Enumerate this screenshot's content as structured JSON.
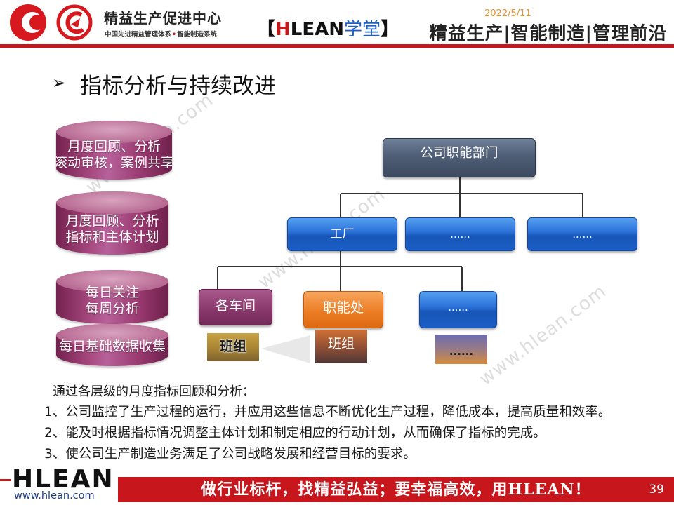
{
  "header": {
    "org_name": "精益生产促进中心",
    "org_subtitle_left": "中国先进精益管理体系",
    "org_subtitle_dot": "•",
    "org_subtitle_right": "智能制造系统",
    "brand_open": "【",
    "brand_h": "H",
    "brand_lean": "LEAN",
    "brand_school": "学堂",
    "brand_close": "】",
    "date": "2022/5/11",
    "tagline": "精益生产|智能制造|管理前沿",
    "logo_icons": [
      "red-c-logo-icon",
      "red-ring-logo-icon"
    ]
  },
  "title": {
    "bullet": "➢",
    "text": "指标分析与持续改进"
  },
  "cylinders": [
    {
      "lines": [
        "月度回顾、分析",
        "滚动审核，案例共享"
      ]
    },
    {
      "lines": [
        "月度回顾、分析",
        "指标和主体计划"
      ]
    },
    {
      "lines": [
        "每日关注",
        "每周分析"
      ]
    },
    {
      "lines": [
        "每日基础数据收集"
      ]
    }
  ],
  "org_chart": {
    "top": "公司职能部门",
    "level2": [
      "工厂",
      "......",
      "......"
    ],
    "level3": [
      "各车间",
      "职能处",
      "......"
    ],
    "level4": [
      "班组",
      "班组",
      "......"
    ]
  },
  "body": {
    "intro": "通过各层级的月度指标回顾和分析：",
    "points": [
      "1、公司监控了生产过程的运行，并应用这些信息不断优化生产过程，降低成本，提高质量和效率。",
      "2、能及时根据指标情况调整主体计划和制定相应的行动计划，从而确保了指标的完成。",
      "3、使公司生产制造业务满足了公司战略发展和经营目标的要求。"
    ]
  },
  "footer": {
    "logo_text": "HLEAN",
    "url": "www.hlean.com",
    "slogan": "做行业标杆，找精益弘益；要幸福高效，用HLEAN！",
    "page_number": "39"
  },
  "watermark": "www.hlean.com",
  "colors": {
    "brand_red": "#c8161d",
    "date_orange": "#e8912a",
    "school_blue": "#1f5fc0",
    "cylinder_magenta": "#9b3a72",
    "node_slate": "#4f5e76",
    "node_blue": "#2c72da",
    "node_purple": "#8a3a6c",
    "node_orange": "#ec7d25"
  }
}
